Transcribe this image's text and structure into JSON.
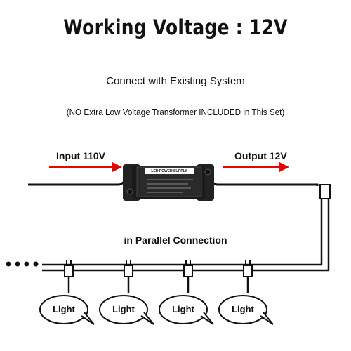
{
  "title": "Working Voltage : 12V",
  "subtitle": "Connect with Existing System",
  "note": "(NO Extra Low Voltage Transformer INCLUDED in This Set)",
  "input_label": "Input 110V",
  "output_label": "Output 12V",
  "parallel_label": "in Parallel Connection",
  "psu_label": "LED POWER SUPPLY",
  "lights": [
    "Light",
    "Light",
    "Light",
    "Light"
  ],
  "colors": {
    "arrow": "#e10600",
    "line": "#111111",
    "psu": "#1a1a1a"
  }
}
